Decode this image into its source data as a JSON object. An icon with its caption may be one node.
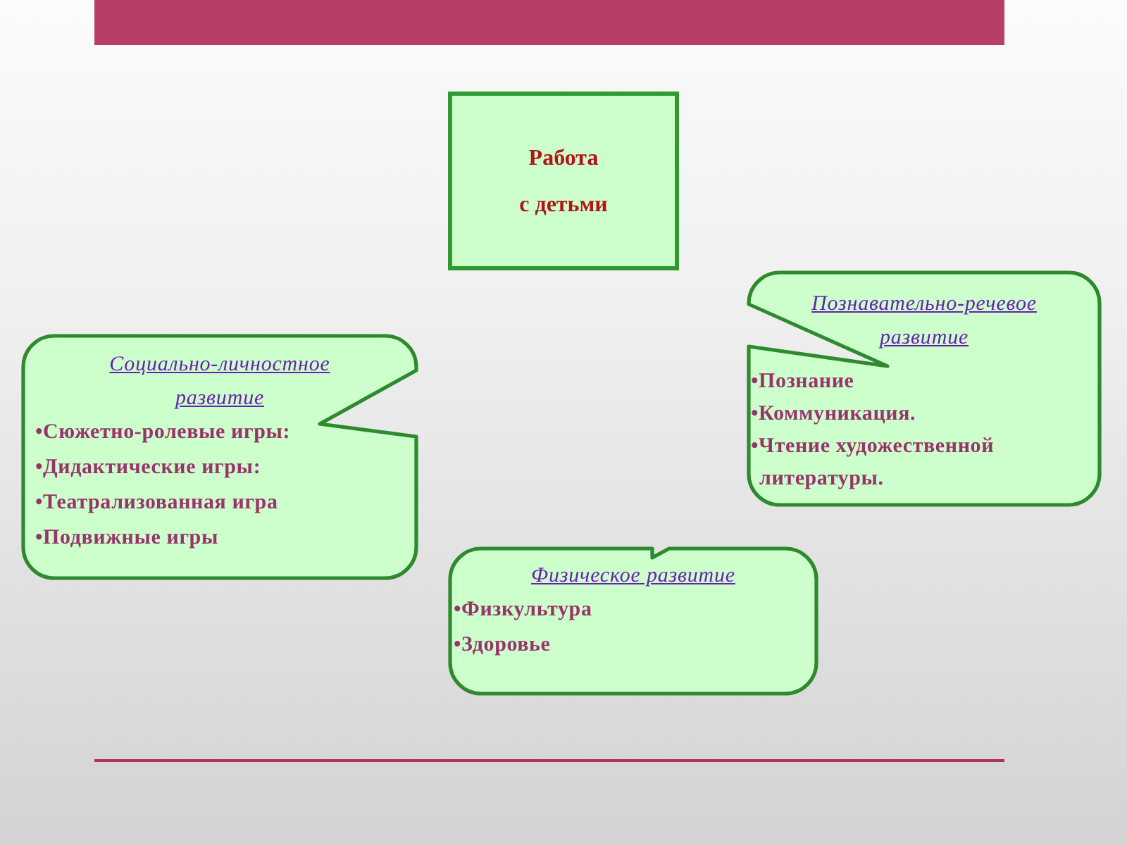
{
  "diagram": {
    "nodes": [
      {
        "text": [
          "Работа",
          "с детьми"
        ]
      },
      {
        "text": [
          "Социально-личностное развитие",
          "•Сюжетно-ролевые игры:",
          "•Дидактические игры:",
          "•Театрализованная игра",
          "•Подвижные игры"
        ]
      },
      {
        "text": [
          "Познавательно-речевое развитие",
          "•Познание",
          "•Коммуникация.",
          "•Чтение художественной литературы."
        ]
      },
      {
        "text": [
          "Физическое развитие",
          "•Физкультура",
          "•Здоровье"
        ]
      }
    ]
  }
}
